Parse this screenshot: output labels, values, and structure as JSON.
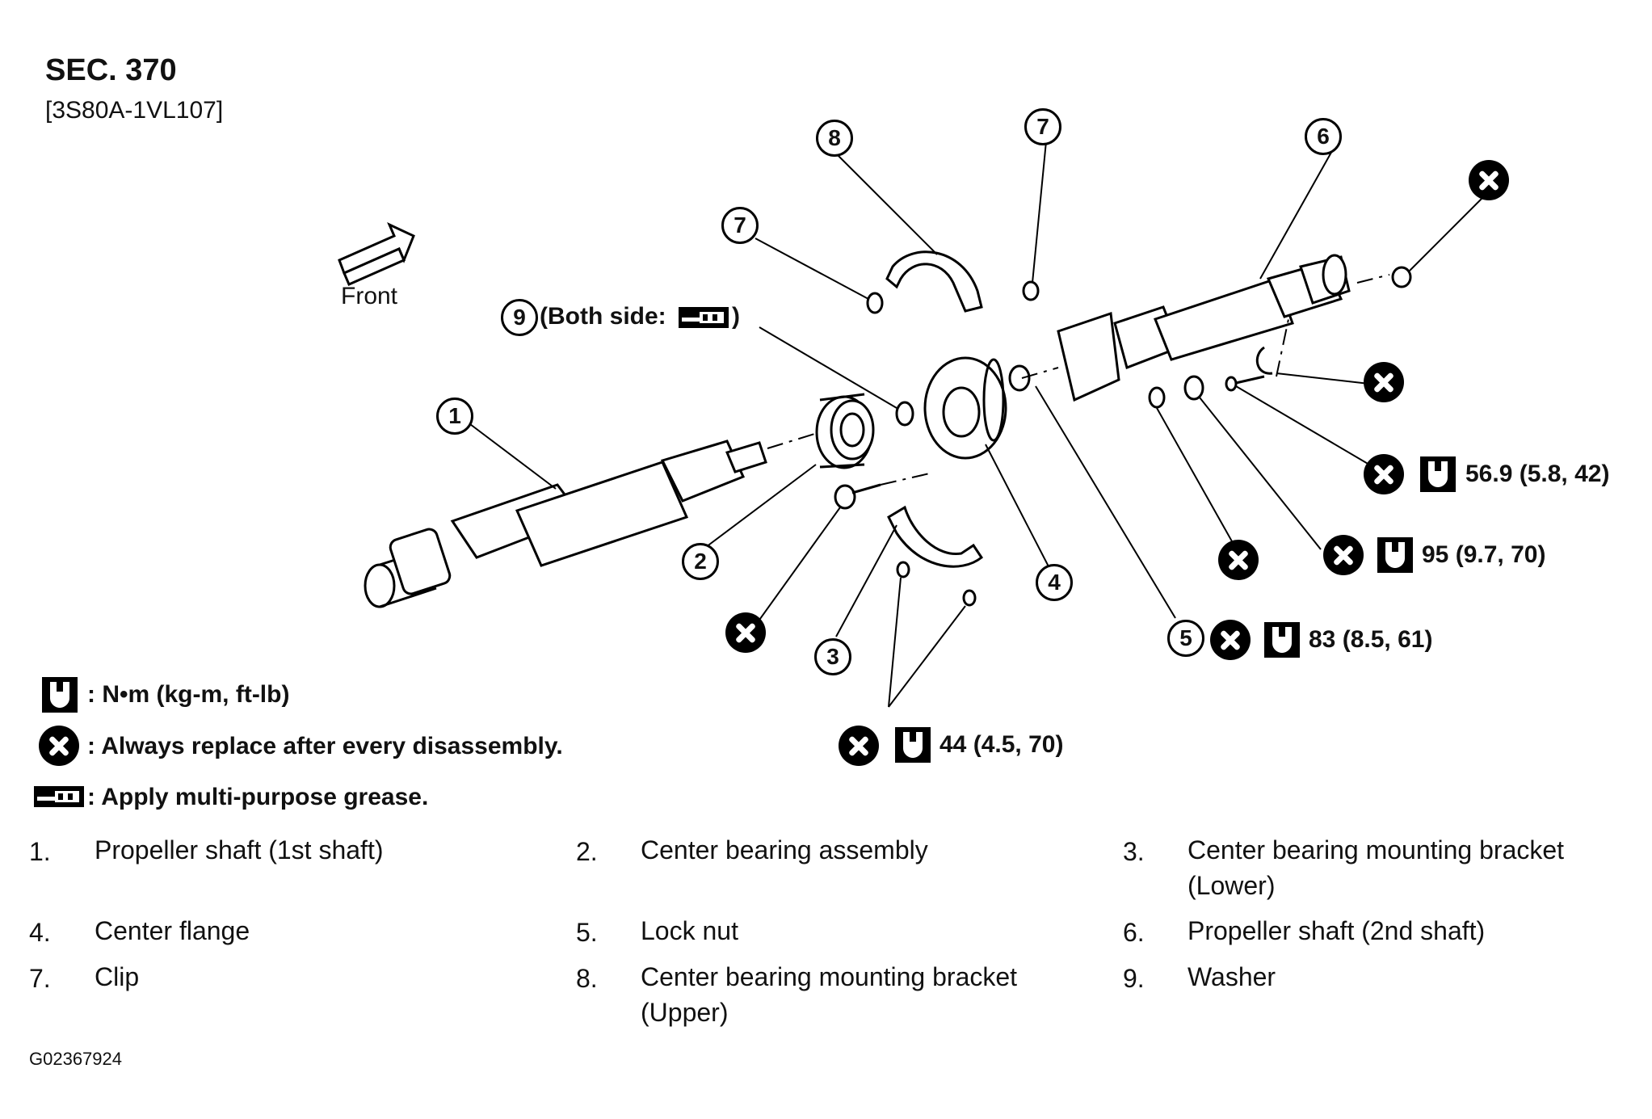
{
  "header": {
    "section": "SEC. 370",
    "code": "[3S80A-1VL107]"
  },
  "front_label": "Front",
  "callouts": {
    "c1": "1",
    "c2": "2",
    "c3": "3",
    "c4": "4",
    "c5": "5",
    "c6": "6",
    "c7a": "7",
    "c7b": "7",
    "c8": "8",
    "c9": "9"
  },
  "both_side": {
    "prefix": "(Both side:",
    "suffix": ")"
  },
  "torques": {
    "t_56": "56.9 (5.8, 42)",
    "t_95": "95 (9.7, 70)",
    "t_83": "83 (8.5, 61)",
    "t_44": "44 (4.5, 70)"
  },
  "legend": {
    "torque_unit": ": N•m (kg-m, ft-lb)",
    "replace": ": Always replace after every disassembly.",
    "grease": ": Apply multi-purpose grease."
  },
  "parts": [
    {
      "num": "1.",
      "name": "Propeller shaft (1st shaft)"
    },
    {
      "num": "2.",
      "name": "Center bearing assembly"
    },
    {
      "num": "3.",
      "name": "Center bearing mounting bracket",
      "name2": "(Lower)"
    },
    {
      "num": "4.",
      "name": "Center flange"
    },
    {
      "num": "5.",
      "name": "Lock nut"
    },
    {
      "num": "6.",
      "name": "Propeller shaft (2nd shaft)"
    },
    {
      "num": "7.",
      "name": "Clip"
    },
    {
      "num": "8.",
      "name": "Center bearing mounting bracket",
      "name2": "(Upper)"
    },
    {
      "num": "9.",
      "name": "Washer"
    }
  ],
  "figure_id": "G02367924",
  "icons": {
    "replace": "x-circle-icon",
    "torque": "torque-wrench-icon",
    "grease": "grease-gun-icon",
    "front": "arrow-front-icon"
  }
}
